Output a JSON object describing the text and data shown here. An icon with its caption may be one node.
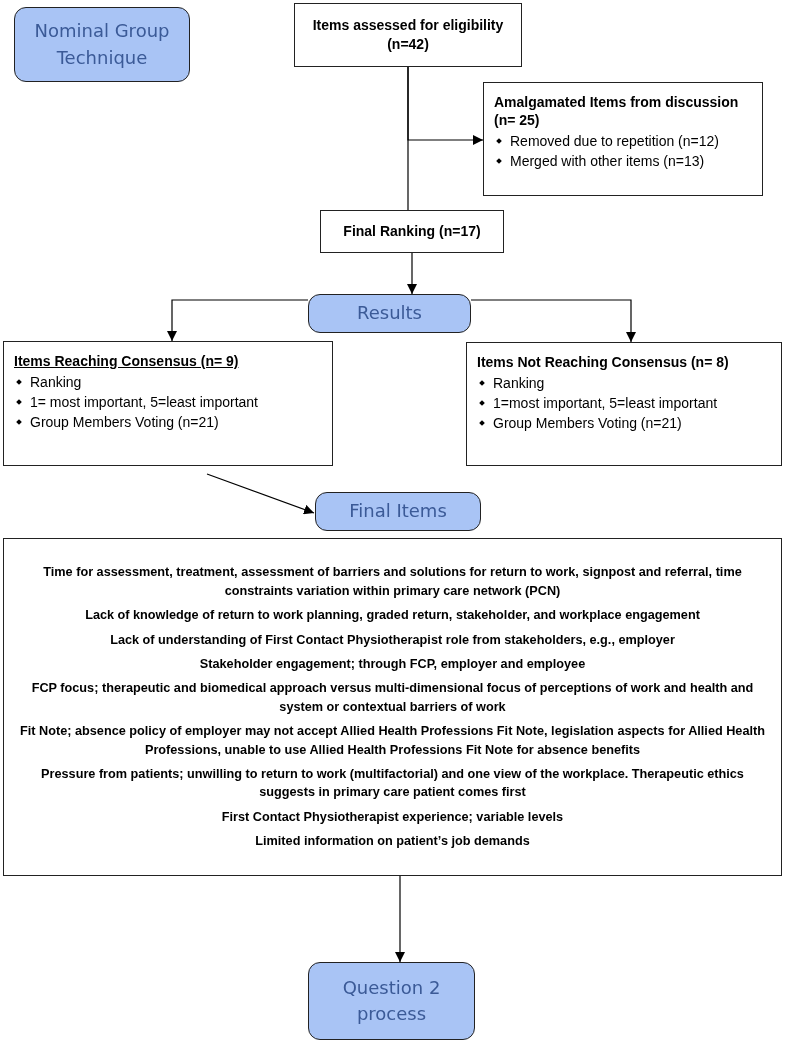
{
  "diagram": {
    "nodes": [
      {
        "text": [
          "Nominal Group Technique"
        ]
      },
      {
        "text": [
          "Items assessed for eligibility (n=42)"
        ]
      },
      {
        "text": [
          "Amalgamated Items from discussion (n= 25)",
          "Removed due to repetition (n=12)",
          "Merged with other items (n=13)"
        ]
      },
      {
        "text": [
          "Final Ranking (n=17)"
        ]
      },
      {
        "text": [
          "Results"
        ]
      },
      {
        "text": [
          "Items Reaching Consensus (n= 9)",
          "Ranking",
          "1= most important, 5=least important",
          "Group Members Voting (n=21)"
        ]
      },
      {
        "text": [
          "Items Not Reaching Consensus (n= 8)",
          "Ranking",
          "1=most important, 5=least important",
          "Group Members Voting (n=21)"
        ]
      },
      {
        "text": [
          "Final Items"
        ]
      },
      {
        "text": [
          "Time for assessment, treatment, assessment of barriers and solutions for return to work, signpost and referral, time constraints variation within primary care network (PCN)",
          "Lack of knowledge of return to work planning, graded return, stakeholder, and workplace engagement",
          "Lack of understanding of First Contact Physiotherapist role from stakeholders, e.g., employer",
          "Stakeholder engagement; through FCP, employer and employee",
          "FCP focus; therapeutic and biomedical approach versus multi-dimensional focus of perceptions of work and health and system or contextual barriers of work",
          "Fit Note; absence policy of employer may not accept Allied Health Professions Fit Note, legislation aspects for Allied Health Professions, unable to use Allied Health Professions Fit Note for absence benefits",
          "Pressure from patients; unwilling to return to work (multifactorial) and one view of the workplace. Therapeutic ethics suggests in primary care patient comes first",
          "First Contact Physiotherapist experience; variable levels",
          "Limited information on patient’s job demands"
        ]
      },
      {
        "text": [
          "Question 2 process"
        ]
      }
    ],
    "edges": [
      {
        "from": 1,
        "to": 3,
        "arrow": "none"
      },
      {
        "from": 1,
        "to": 2,
        "arrow": "to"
      },
      {
        "from": 3,
        "to": 4,
        "arrow": "to"
      },
      {
        "from": 4,
        "to": 5,
        "arrow": "to"
      },
      {
        "from": 4,
        "to": 6,
        "arrow": "to"
      },
      {
        "from": 5,
        "to": 7,
        "arrow": "to"
      },
      {
        "from": 8,
        "to": 9,
        "arrow": "to"
      }
    ]
  }
}
